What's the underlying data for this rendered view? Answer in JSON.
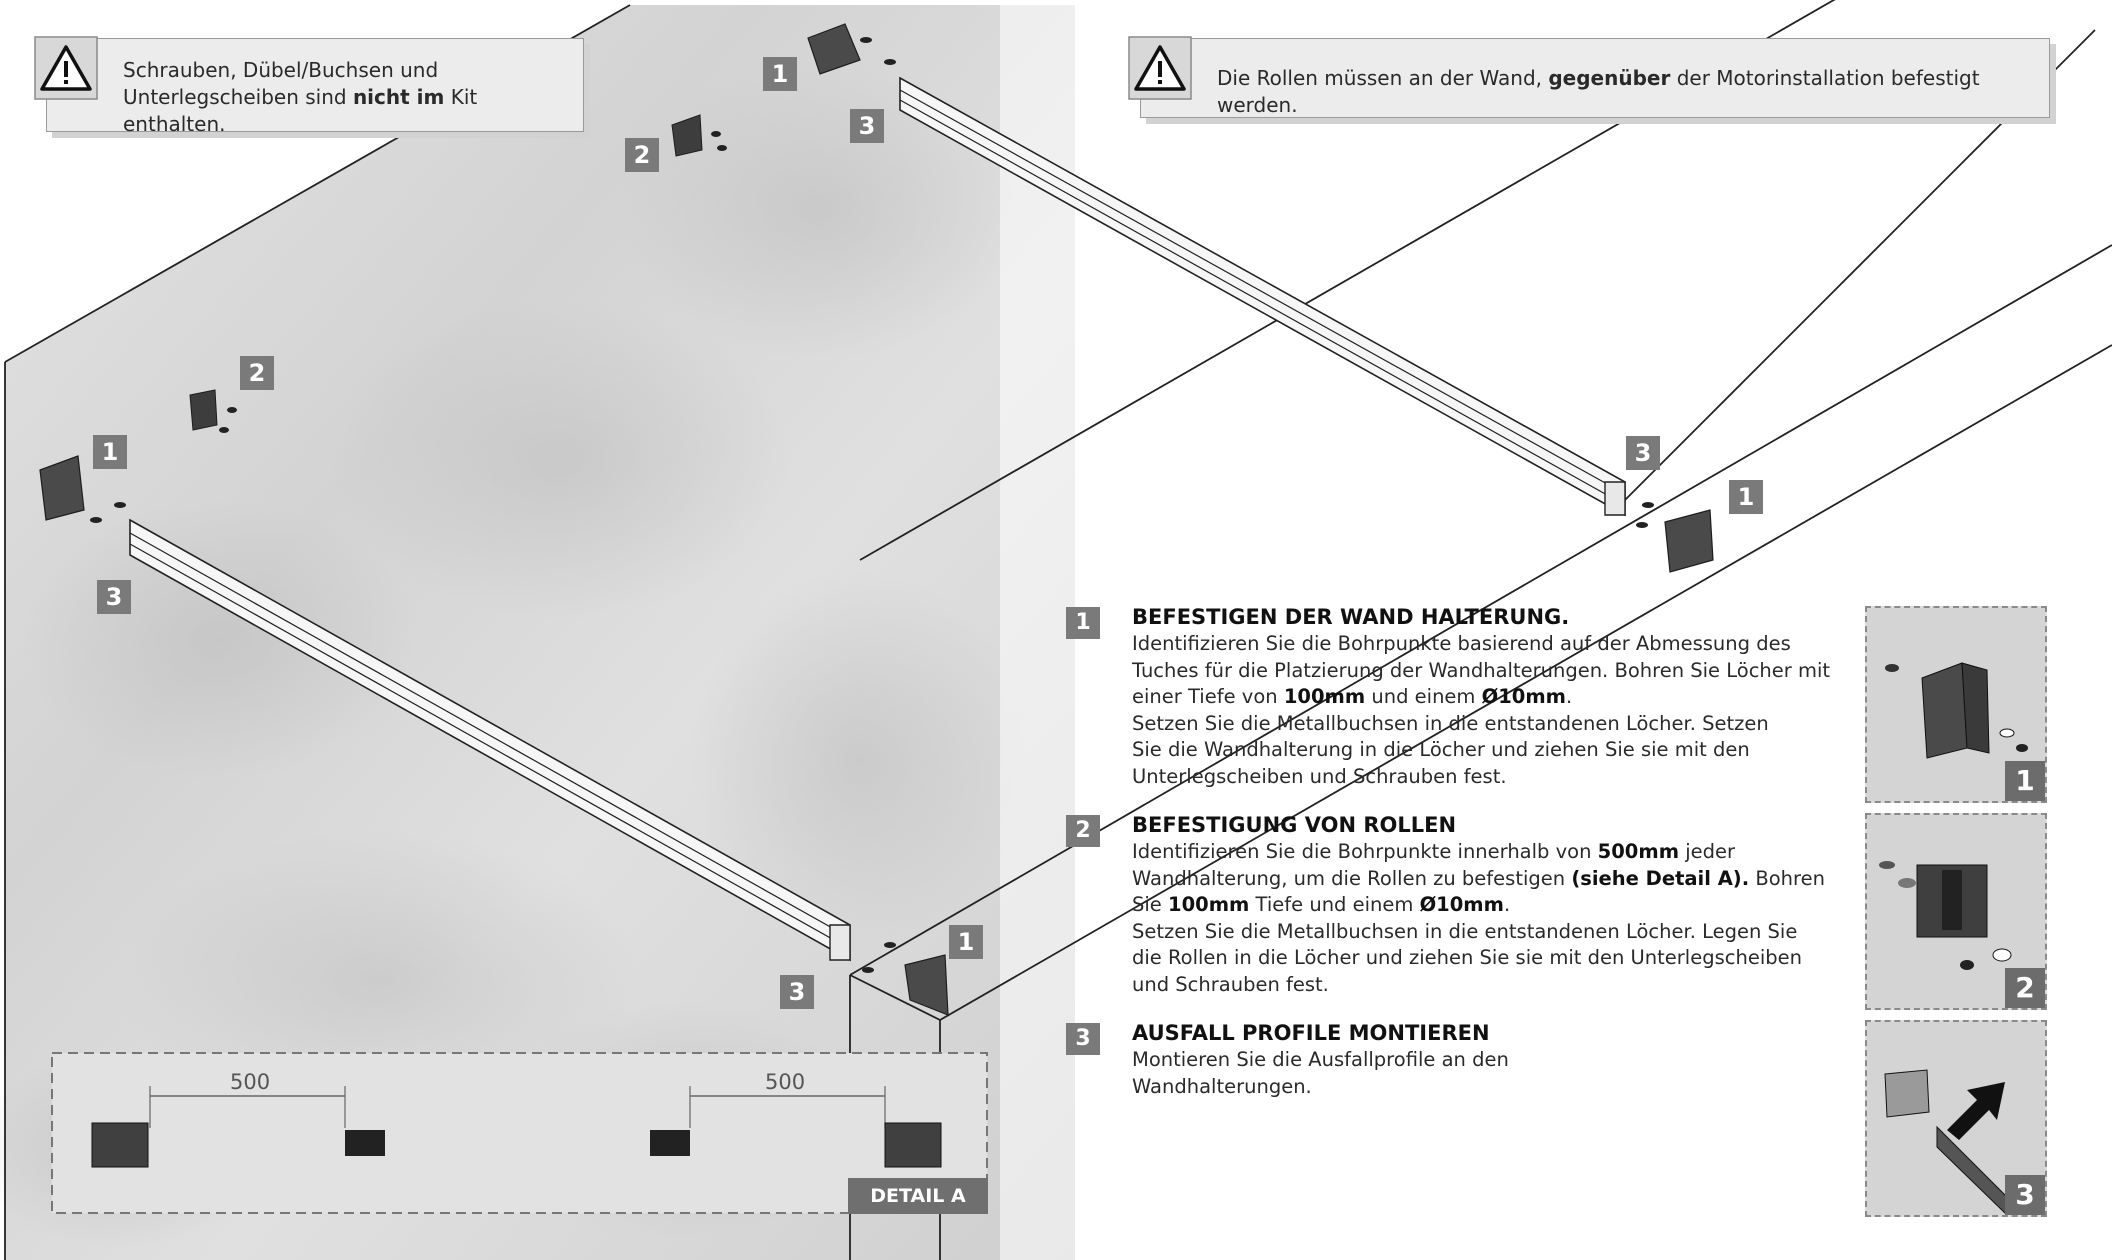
{
  "notes": {
    "left": {
      "line1": "Schrauben, Dübel/Buchsen und",
      "line2_pre": "Unterlegscheiben sind ",
      "line2_bold": "nicht im",
      "line2_post": " Kit enthalten."
    },
    "right": {
      "pre": "Die Rollen müssen an der Wand, ",
      "bold": "gegenüber",
      "post": " der Motorinstallation befestigt werden."
    }
  },
  "callouts": {
    "one": "1",
    "two": "2",
    "three": "3"
  },
  "steps": [
    {
      "num": "1",
      "title": "BEFESTIGEN DER WAND HALTERUNG.",
      "body": [
        {
          "t": "Identifizieren Sie die Bohrpunkte basierend auf der Abmessung des\nTuches  für die Platzierung der Wandhalterungen. Bohren Sie Löcher mit\neiner Tiefe von "
        },
        {
          "t": "100mm",
          "b": true
        },
        {
          "t": " und einem "
        },
        {
          "t": "Ø10mm",
          "b": true
        },
        {
          "t": ".\nSetzen Sie die Metallbuchsen in die entstandenen Löcher. Setzen\nSie die Wandhalterung in die Löcher und ziehen Sie sie mit den\nUnterlegscheiben und Schrauben fest."
        }
      ]
    },
    {
      "num": "2",
      "title": "BEFESTIGUNG VON ROLLEN",
      "body": [
        {
          "t": "Identifizieren Sie die Bohrpunkte innerhalb von "
        },
        {
          "t": "500mm",
          "b": true
        },
        {
          "t": " jeder\nWandhalterung, um die Rollen zu befestigen "
        },
        {
          "t": "(siehe Detail A).",
          "b": true
        },
        {
          "t": " Bohren\nSie "
        },
        {
          "t": "100mm",
          "b": true
        },
        {
          "t": " Tiefe und einem "
        },
        {
          "t": "Ø10mm",
          "b": true
        },
        {
          "t": ".\nSetzen Sie die Metallbuchsen in die entstandenen Löcher. Legen Sie\ndie Rollen in die Löcher und ziehen Sie sie mit den Unterlegscheiben\nund Schrauben fest."
        }
      ]
    },
    {
      "num": "3",
      "title": "AUSFALL PROFILE MONTIEREN",
      "body": [
        {
          "t": "Montieren Sie die Ausfallprofile an den\nWandhalterungen."
        }
      ]
    }
  ],
  "thumbnails": [
    "1",
    "2",
    "3"
  ],
  "detail": {
    "label": "DETAIL A",
    "dim_left": "500",
    "dim_right": "500"
  },
  "icons": [
    "warning-icon",
    "wall-bracket-icon",
    "roller-icon",
    "screw-icon",
    "arrow-icon"
  ],
  "colors": {
    "callout_bg": "#7a7a7a",
    "panel_bg": "#ececec",
    "bracket": "#4a4a4a"
  }
}
